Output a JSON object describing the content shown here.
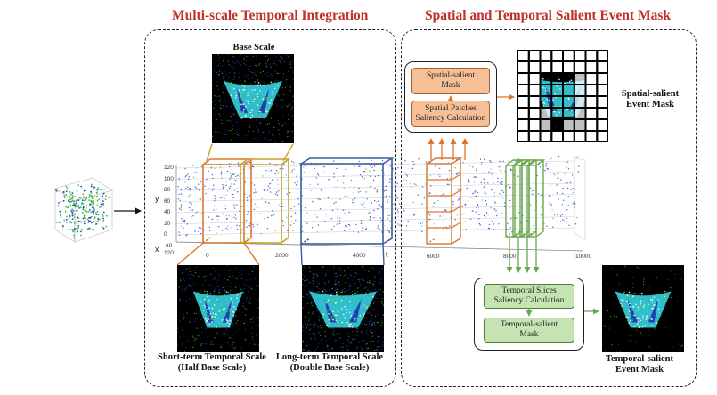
{
  "titles": {
    "left": "Multi-scale Temporal Integration",
    "right": "Spatial and Temporal Salient Event Mask"
  },
  "captions": {
    "base_scale": "Base Scale",
    "short_term_line1": "Short-term Temporal Scale",
    "short_term_line2": "(Half Base Scale)",
    "long_term_line1": "Long-term Temporal Scale",
    "long_term_line2": "(Double Base Scale)",
    "spatial_mask_line1": "Spatial-salient",
    "spatial_mask_line2": "Event Mask",
    "temporal_mask_line1": "Temporal-salient",
    "temporal_mask_line2": "Event Mask"
  },
  "boxes": {
    "spatial_salient_mask_line1": "Spatial-salient",
    "spatial_salient_mask_line2": "Mask",
    "spatial_patches_line1": "Spatial Patches",
    "spatial_patches_line2": "Saliency Calculation",
    "temporal_slices_line1": "Temporal Slices",
    "temporal_slices_line2": "Saliency Calculation",
    "temporal_salient_mask_line1": "Temporal-salient",
    "temporal_salient_mask_line2": "Mask"
  },
  "axes": {
    "y_label": "y",
    "x_label": "x",
    "t_label": "t",
    "y_ticks": [
      "120",
      "100",
      "80",
      "60",
      "40",
      "20",
      "0"
    ],
    "x_ticks_left": [
      "60",
      "120"
    ],
    "t_ticks_left": [
      "0",
      "2000",
      "4000"
    ],
    "t_ticks_right": [
      "6000",
      "8000",
      "10000"
    ]
  },
  "colors": {
    "title_red": "#c0302b",
    "orange": "#d9782f",
    "gold": "#c9a227",
    "blue": "#3a5e9c",
    "green": "#6aa84f",
    "event_cyan": "#35d3e6",
    "event_green": "#3fbf4a",
    "event_blue": "#2a3fd0"
  }
}
